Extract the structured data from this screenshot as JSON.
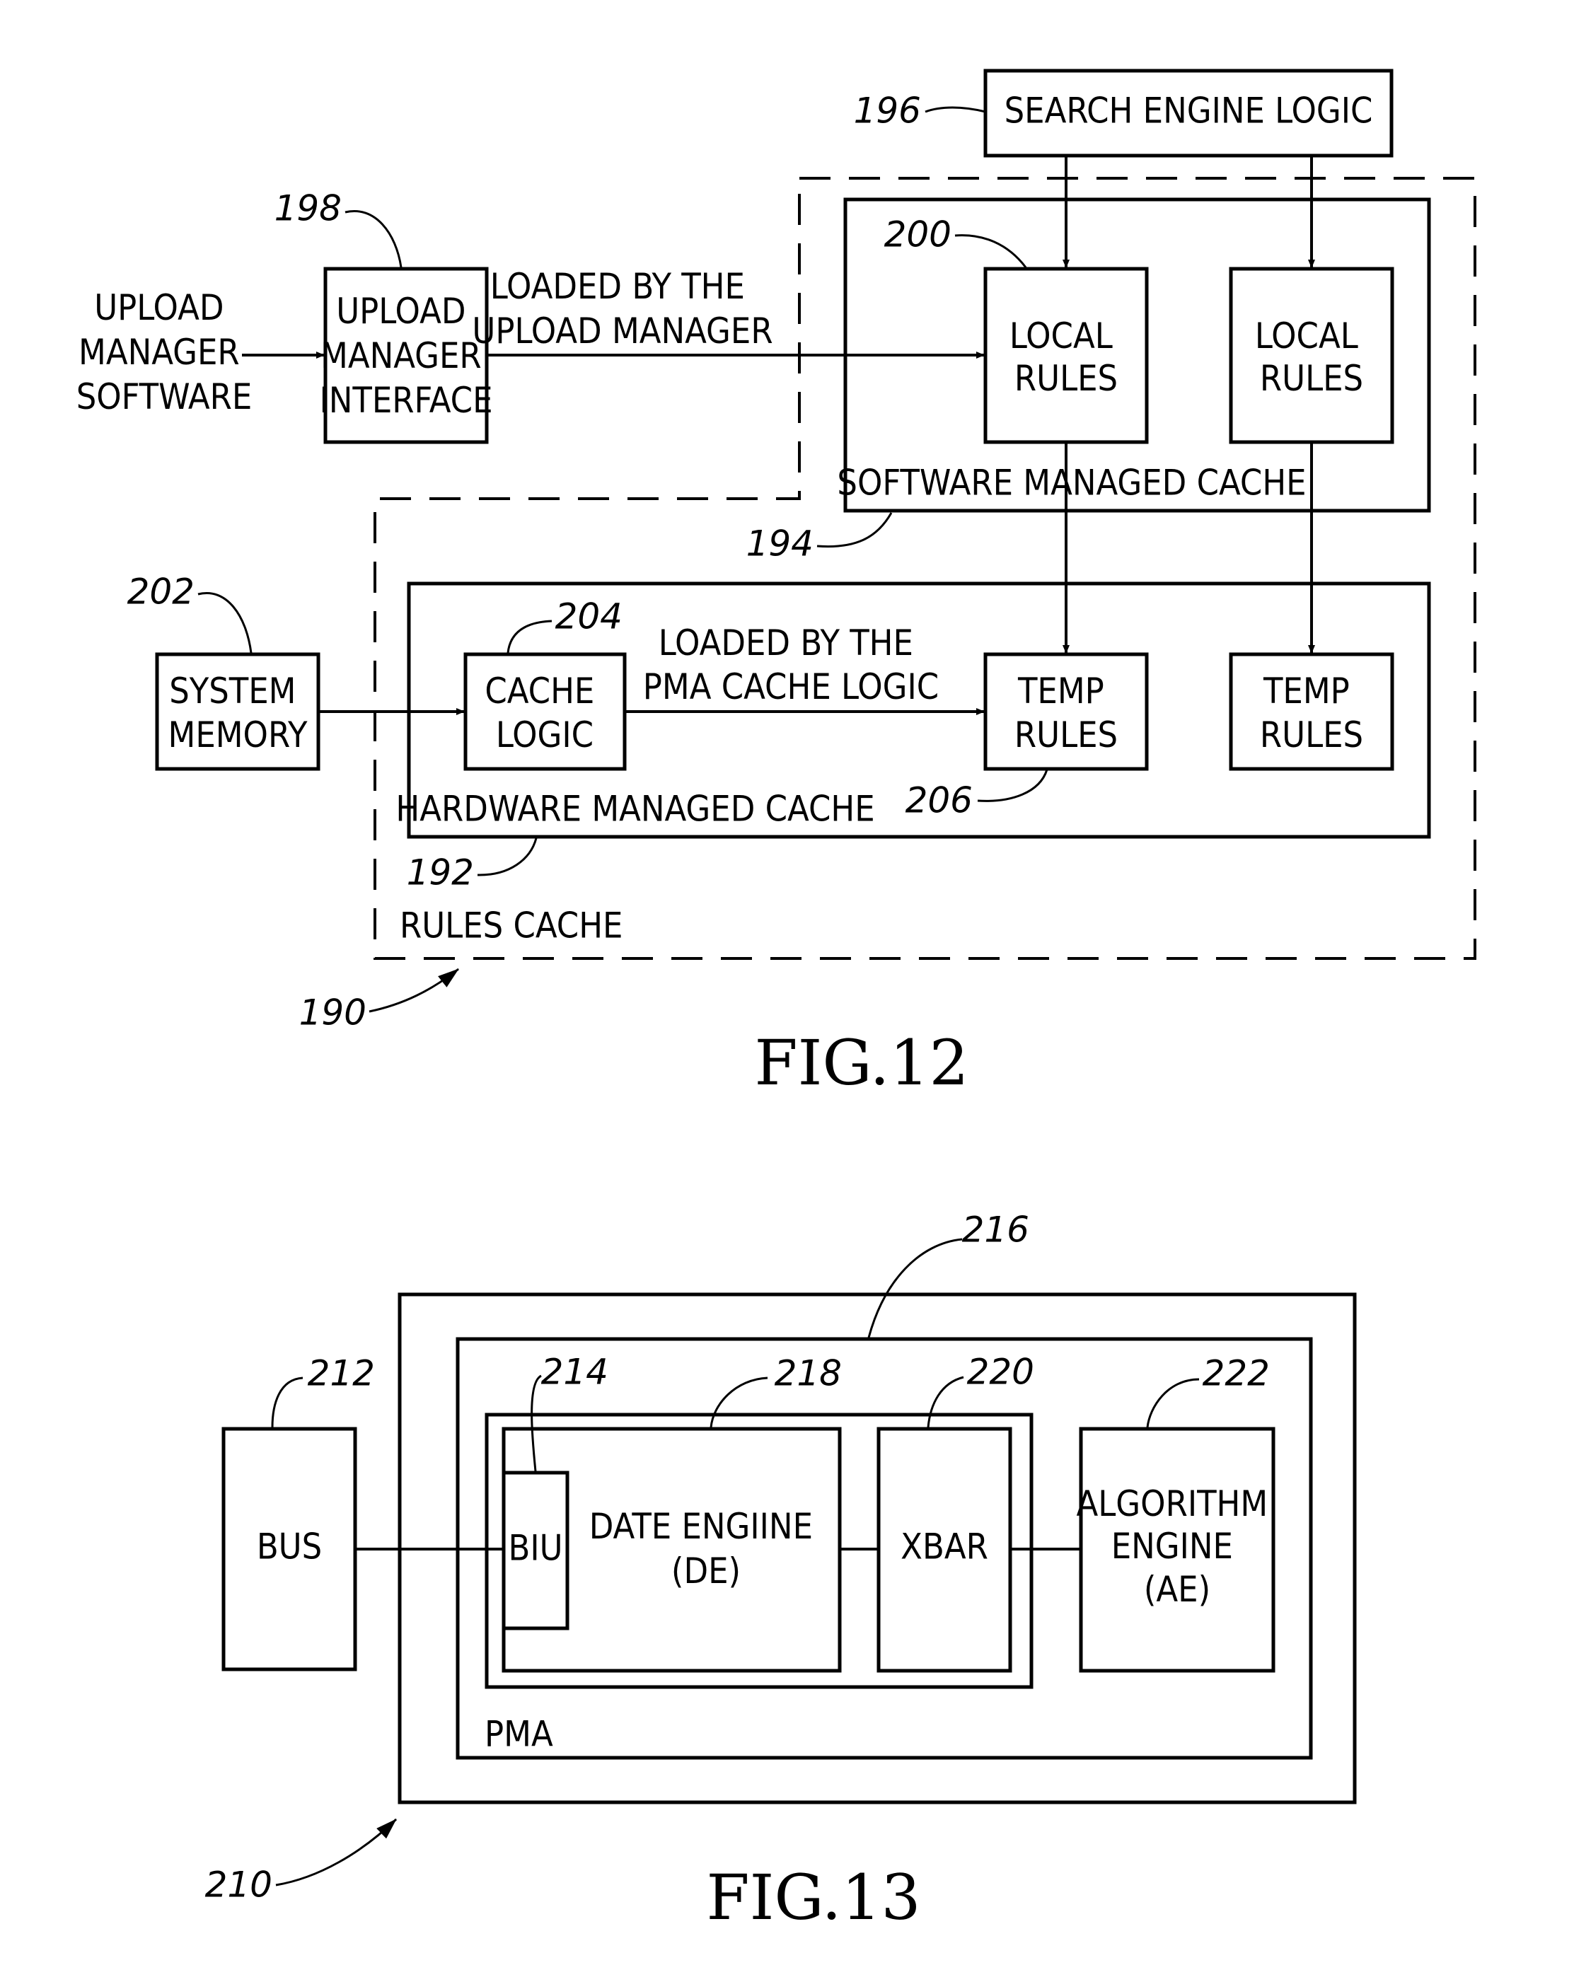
{
  "fig12": {
    "caption": "FIG.12",
    "refs": {
      "search_engine": "196",
      "upload_iface": "198",
      "local_rules": "200",
      "software_cache": "194",
      "system_memory": "202",
      "cache_logic": "204",
      "temp_rules": "206",
      "hardware_cache": "192",
      "rules_cache": "190"
    },
    "search_engine_logic": "SEARCH ENGINE LOGIC",
    "upload_manager_software": [
      "UPLOAD",
      "MANAGER",
      "SOFTWARE"
    ],
    "upload_manager_interface": [
      "UPLOAD",
      "MANAGER",
      "INTERFACE"
    ],
    "loaded_by_upload": [
      "LOADED BY THE",
      "UPLOAD MANAGER"
    ],
    "local_rules": [
      "LOCAL",
      "RULES"
    ],
    "software_managed_cache": "SOFTWARE MANAGED CACHE",
    "system_memory": [
      "SYSTEM",
      "MEMORY"
    ],
    "cache_logic": [
      "CACHE",
      "LOGIC"
    ],
    "loaded_by_pma": [
      "LOADED BY THE",
      "PMA CACHE LOGIC"
    ],
    "temp_rules": [
      "TEMP",
      "RULES"
    ],
    "hardware_managed_cache": "HARDWARE MANAGED CACHE",
    "rules_cache": "RULES CACHE"
  },
  "fig13": {
    "caption": "FIG.13",
    "refs": {
      "outer": "216",
      "bus": "212",
      "biu": "214",
      "de": "218",
      "xbar": "220",
      "ae": "222",
      "device": "210"
    },
    "bus": "BUS",
    "biu": "BIU",
    "data_engine": [
      "DATE ENGIINE",
      "(DE)"
    ],
    "xbar": "XBAR",
    "algorithm_engine": [
      "ALGORITHM",
      "ENGINE",
      "(AE)"
    ],
    "pma": "PMA"
  }
}
